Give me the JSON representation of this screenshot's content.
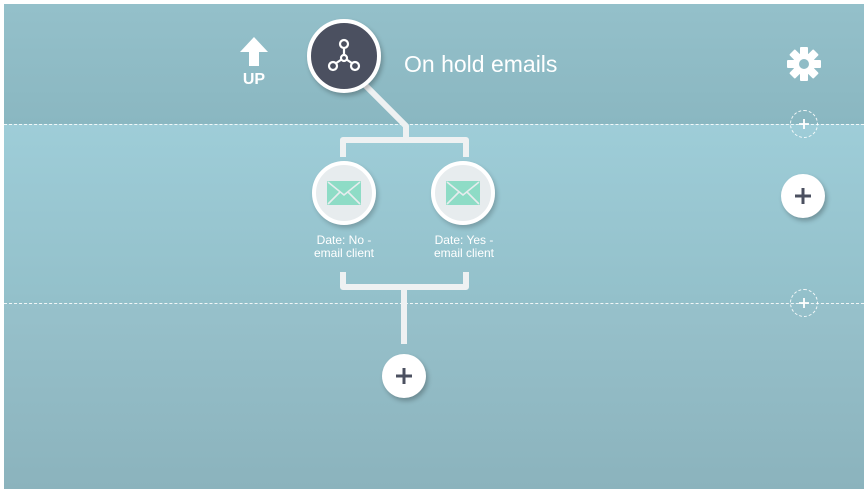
{
  "header": {
    "up_label": "UP",
    "title": "On hold emails"
  },
  "icons": {
    "up": "up-arrow-icon",
    "root": "branch-icon",
    "settings": "gear-icon",
    "email": "envelope-icon",
    "add": "plus-icon"
  },
  "nodes": {
    "left": {
      "label_line1": "Date: No -",
      "label_line2": "email client"
    },
    "right": {
      "label_line1": "Date: Yes -",
      "label_line2": "email client"
    }
  },
  "colors": {
    "root_node": "#4b5060",
    "connector": "#eef1f2",
    "envelope": "#8edcc6",
    "text": "#ffffff"
  }
}
